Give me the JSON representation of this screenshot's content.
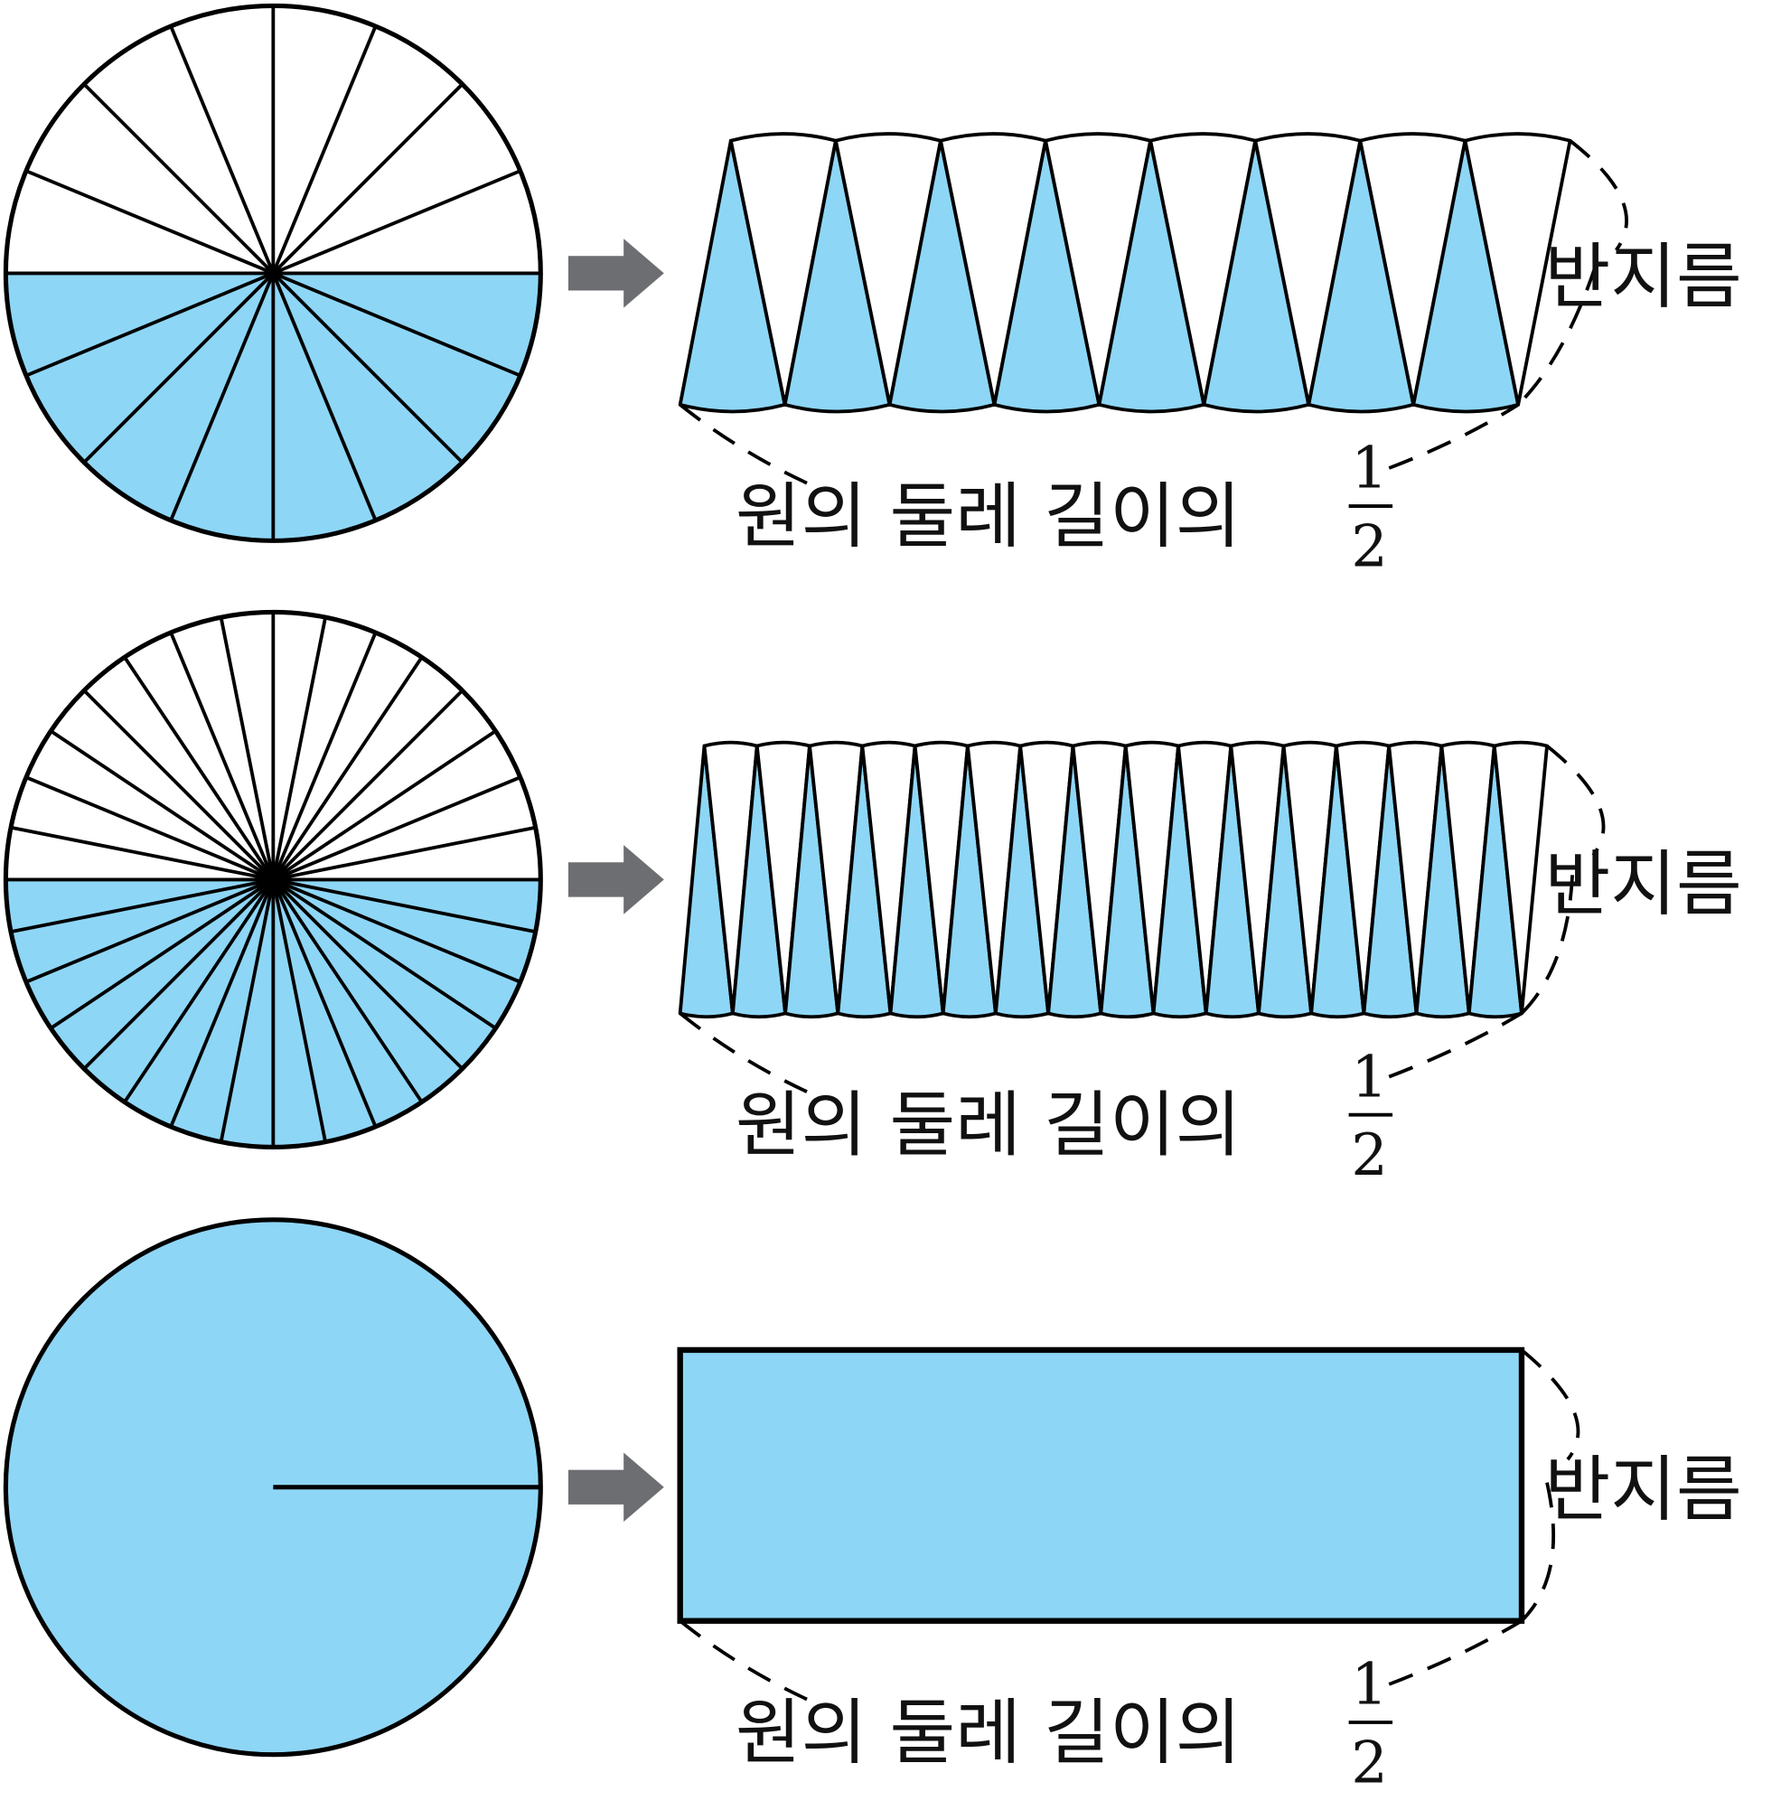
{
  "colors": {
    "fill": "#8ed6f6",
    "stroke": "#000000",
    "arrow": "#6d6e71"
  },
  "rows": [
    {
      "sectors": 16,
      "label_radius": "반지름",
      "label_half": "원의 둘레 길이의",
      "frac_num": "1",
      "frac_den": "2"
    },
    {
      "sectors": 32,
      "label_radius": "반지름",
      "label_half": "원의 둘레 길이의",
      "frac_num": "1",
      "frac_den": "2"
    },
    {
      "sectors": 0,
      "label_radius": "반지름",
      "label_half": "원의 둘레 길이의",
      "frac_num": "1",
      "frac_den": "2"
    }
  ]
}
